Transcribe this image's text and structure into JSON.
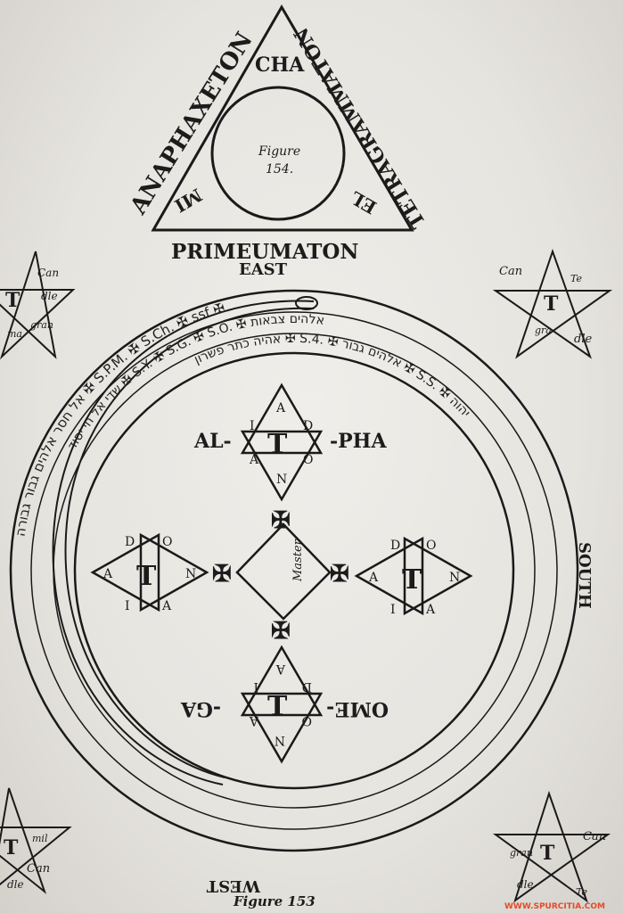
{
  "triangle": {
    "left_word": "ANAPHAXETON",
    "right_word": "TETRAGRAMMATON",
    "top": "CHA",
    "bottom_left": "MI",
    "bottom_right": "EL",
    "figure_label_line1": "Figure",
    "figure_label_line2": "154."
  },
  "bottom_of_triangle": "PRIMEUMATON",
  "directions": {
    "east": "EAST",
    "south": "SOUTH",
    "west": "WEST"
  },
  "hexagram_top": {
    "left": "AL-",
    "right": "-PHA",
    "letters": [
      "A",
      "D",
      "O",
      "N",
      "A",
      "I"
    ]
  },
  "hexagram_bottom": {
    "left": "OME-",
    "right": "-GA",
    "letters": [
      "A",
      "D",
      "O",
      "N",
      "A",
      "I"
    ]
  },
  "hexagram_left": {
    "letters": [
      "A",
      "D",
      "O",
      "N",
      "A",
      "I"
    ]
  },
  "hexagram_right": {
    "letters": [
      "A",
      "D",
      "O",
      "N",
      "A",
      "I"
    ]
  },
  "center_square": "Master",
  "ring_outer_text": "אל חסר אלהים גבור גבורה ✠ S.P.M. ✠ S.Ch. ✠ ssf ✠",
  "ring_middle_text": "שדי אל חי יסוד ✠ S.Y. ✠ S.G. ✠ S.O. ✠ אלהים צבאות",
  "ring_inner_text": "אהיה כתר פשרון ✠ S.4. ✠ אלהים גבור ✠ S.S. ✠ יהוה",
  "pentacle_words": {
    "top_left": [
      "Can",
      "dle",
      "gran",
      "ma"
    ],
    "top_right": [
      "Can",
      "dle",
      "gra",
      "Te"
    ],
    "bottom_left": [
      "Can",
      "dle",
      "mil"
    ],
    "bottom_right": [
      "Can",
      "dle",
      "Te",
      "gran"
    ]
  },
  "caption": "Figure 153",
  "watermark": "WWW.SPURCITIA.COM"
}
